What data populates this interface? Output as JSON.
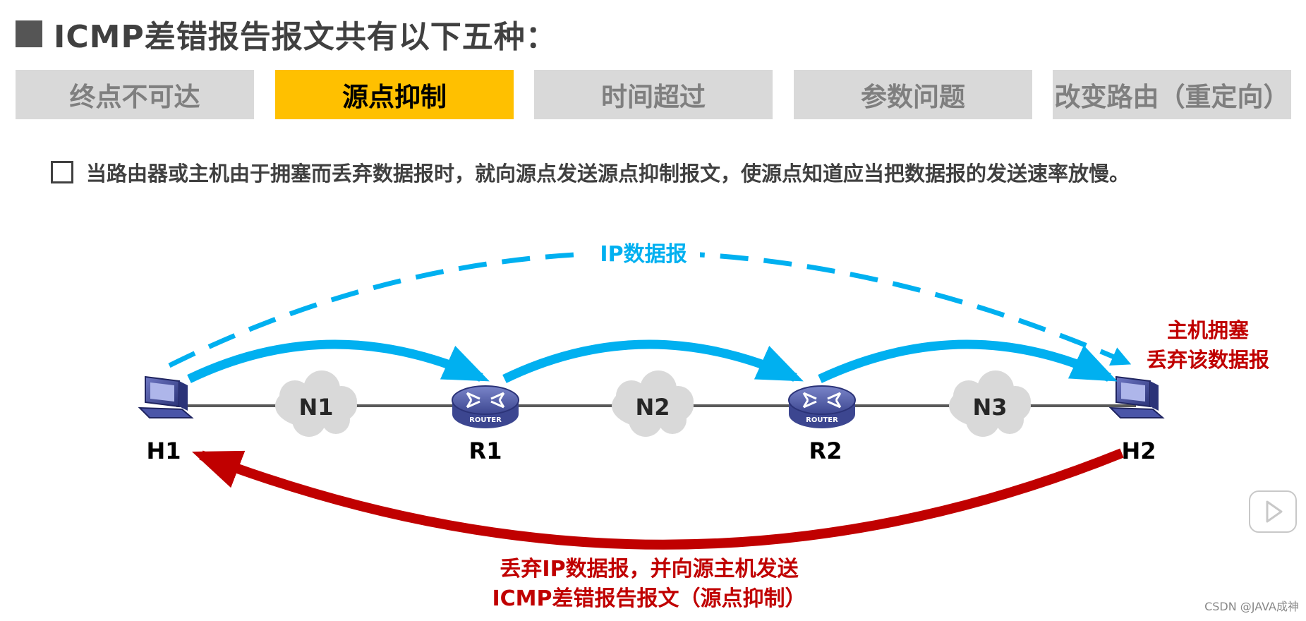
{
  "title": "ICMP差错报告报文共有以下五种：",
  "tabs": [
    {
      "label": "终点不可达",
      "active": false
    },
    {
      "label": "源点抑制",
      "active": true
    },
    {
      "label": "时间超过",
      "active": false
    },
    {
      "label": "参数问题",
      "active": false
    },
    {
      "label": "改变路由（重定向）",
      "active": false
    }
  ],
  "description": "当路由器或主机由于拥塞而丢弃数据报时，就向源点发送源点抑制报文，使源点知道应当把数据报的发送速率放慢。",
  "diagram": {
    "ip_datagram_label": "IP数据报",
    "nodes": {
      "h1": "H1",
      "r1": "R1",
      "r2": "R2",
      "h2": "H2",
      "router_caption": "ROUTER"
    },
    "networks": [
      "N1",
      "N2",
      "N3"
    ],
    "host_congestion": [
      "主机拥塞",
      "丢弃该数据报"
    ],
    "error_report": [
      "丢弃IP数据报，并向源主机发送",
      "ICMP差错报告报文（源点抑制）"
    ]
  },
  "colors": {
    "accent": "#ffc000",
    "tab_inactive": "#d9d9d9",
    "flow_blue": "#00b0f0",
    "alert_red": "#c00000",
    "cloud": "#d9d9d9"
  },
  "icons": [
    "checkbox-icon",
    "computer-icon",
    "router-icon",
    "cloud-icon",
    "play-icon"
  ],
  "watermark": "CSDN @JAVA成神"
}
